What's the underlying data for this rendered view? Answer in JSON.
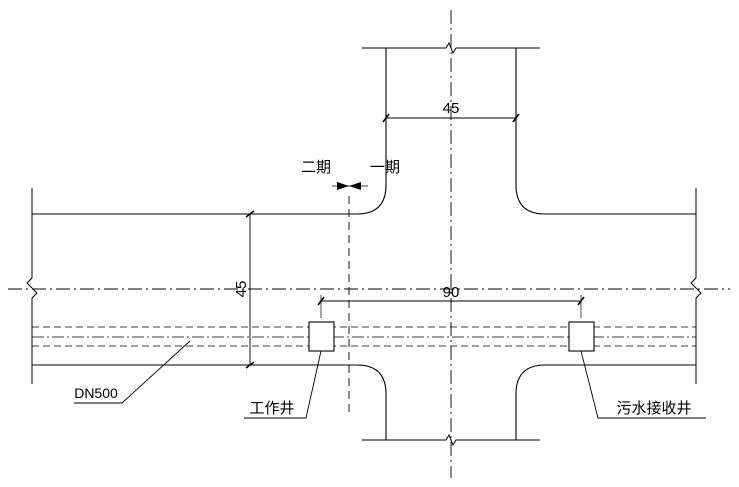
{
  "drawing": {
    "dimensions": {
      "branch_road_width": "45",
      "main_road_width": "45",
      "well_spacing": "90"
    },
    "phase_labels": {
      "phase_two": "二期",
      "phase_one": "一期"
    },
    "callouts": {
      "pipe": "DN500",
      "work_shaft": "工作井",
      "receiving_well": "污水接收井"
    }
  }
}
